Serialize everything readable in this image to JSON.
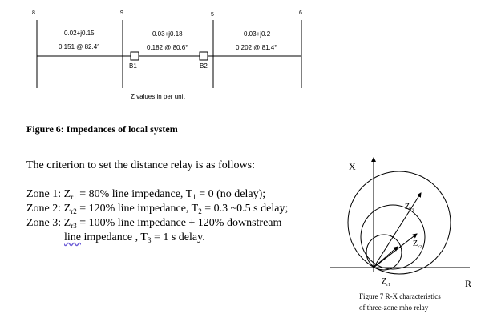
{
  "one_line": {
    "bus_labels": [
      "8",
      "9",
      "5",
      "6"
    ],
    "lines": [
      {
        "rect": "0.02+j0.15",
        "polar": "0.151 @ 82.4°"
      },
      {
        "rect": "0.03+j0.18",
        "polar": "0.182 @ 80.6°"
      },
      {
        "rect": "0.03+j0.2",
        "polar": "0.202 @ 81.4°"
      }
    ],
    "breakers": [
      "B1",
      "B2"
    ],
    "caption_units": "Z values in per unit"
  },
  "figure6_caption": "Figure 6:  Impedances of local system",
  "criterion_text": "The criterion to set the distance relay is as follows:",
  "zones": {
    "z1": {
      "prefix": "Zone 1: Z",
      "sub": "r1",
      "body": " = 80% line impedance, T",
      "tsub": "1",
      "tail": " = 0 (no delay);"
    },
    "z2": {
      "prefix": "Zone 2: Z",
      "sub": "r2",
      "body": " = 120% line impedance, T",
      "tsub": "2",
      "tail": " = 0.3 ~0.5 s delay;"
    },
    "z3": {
      "prefix": "Zone 3: Z",
      "sub": "r3",
      "body": " = 100% line impedance + 120% downstream"
    },
    "z3_cont": {
      "word": "line",
      "rest": " impedance , T",
      "tsub": "3",
      "tail": " = 1 s delay."
    }
  },
  "rx": {
    "x_axis": "X",
    "r_axis": "R",
    "labels": {
      "z3": {
        "main": "Z",
        "sub": "r3"
      },
      "z2": {
        "main": "Z",
        "sub": "r2"
      },
      "z1": {
        "main": "Z",
        "sub": "r1"
      }
    },
    "caption_line1": "Figure 7 R-X characteristics",
    "caption_line2": "of three-zone mho relay"
  }
}
